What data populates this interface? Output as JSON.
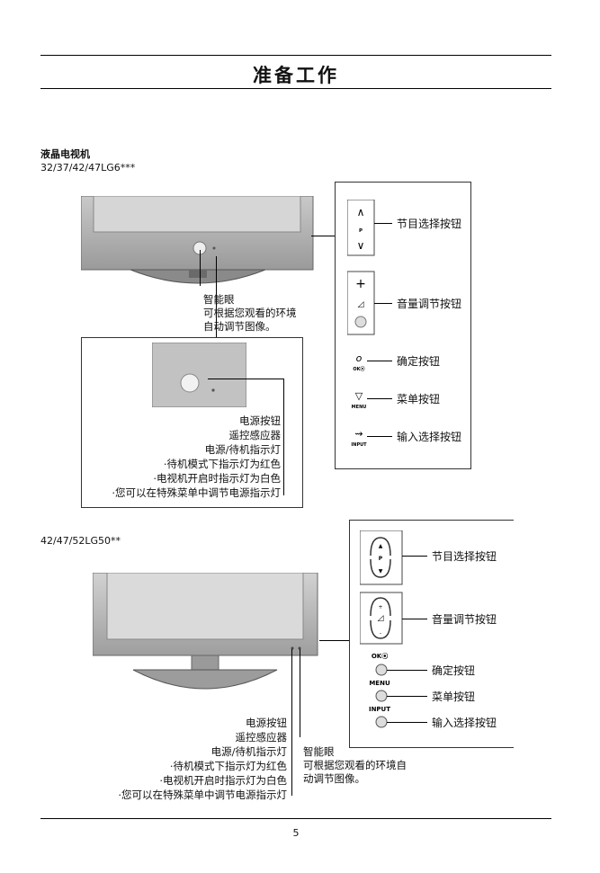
{
  "page": {
    "title": "准备工作",
    "page_number": "5"
  },
  "section1": {
    "heading": "液晶电视机",
    "model": "32/37/42/47LG6***",
    "smart_eye": [
      "智能眼",
      "可根据您观看的环境",
      "自动调节图像。"
    ],
    "power_notes": [
      "电源按钮",
      "遥控感应器",
      "电源/待机指示灯",
      "·待机模式下指示灯为红色",
      "·电视机开启时指示灯为白色",
      "·您可以在特殊菜单中调节电源指示灯"
    ],
    "side_buttons": {
      "program": "节目选择按钮",
      "volume": "音量调节按钮",
      "ok": "确定按钮",
      "menu": "菜单按钮",
      "input": "输入选择按钮",
      "ok_tag": "OK⦿",
      "menu_tag": "MENU",
      "input_tag": "INPUT",
      "p_tag": "P"
    }
  },
  "section2": {
    "model": "42/47/52LG50**",
    "smart_eye": [
      "智能眼",
      "可根据您观看的环境自",
      "动调节图像。"
    ],
    "power_notes": [
      "电源按钮",
      "遥控感应器",
      "电源/待机指示灯",
      "·待机模式下指示灯为红色",
      "·电视机开启时指示灯为白色",
      "·您可以在特殊菜单中调节电源指示灯"
    ],
    "side_buttons": {
      "program": "节目选择按钮",
      "volume": "音量调节按钮",
      "ok": "确定按钮",
      "menu": "菜单按钮",
      "input": "输入选择按钮",
      "ok_tag": "OK⦿",
      "menu_tag": "MENU",
      "input_tag": "INPUT",
      "p_tag": "P"
    }
  }
}
